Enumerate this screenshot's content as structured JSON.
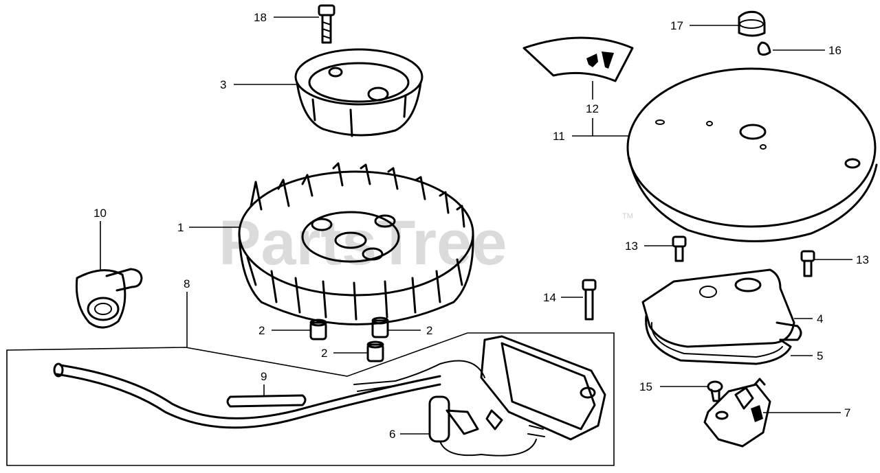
{
  "watermark": {
    "text": "PartsTree",
    "trademark": "TM"
  },
  "callouts": [
    {
      "id": "c18",
      "label": "18"
    },
    {
      "id": "c3",
      "label": "3"
    },
    {
      "id": "c1",
      "label": "1"
    },
    {
      "id": "c10",
      "label": "10"
    },
    {
      "id": "c8",
      "label": "8"
    },
    {
      "id": "c2a",
      "label": "2"
    },
    {
      "id": "c2b",
      "label": "2"
    },
    {
      "id": "c2c",
      "label": "2"
    },
    {
      "id": "c9",
      "label": "9"
    },
    {
      "id": "c6",
      "label": "6"
    },
    {
      "id": "c17",
      "label": "17"
    },
    {
      "id": "c16",
      "label": "16"
    },
    {
      "id": "c12",
      "label": "12"
    },
    {
      "id": "c11",
      "label": "11"
    },
    {
      "id": "c13a",
      "label": "13"
    },
    {
      "id": "c13b",
      "label": "13"
    },
    {
      "id": "c14",
      "label": "14"
    },
    {
      "id": "c4",
      "label": "4"
    },
    {
      "id": "c5",
      "label": "5"
    },
    {
      "id": "c15",
      "label": "15"
    },
    {
      "id": "c7",
      "label": "7"
    }
  ]
}
